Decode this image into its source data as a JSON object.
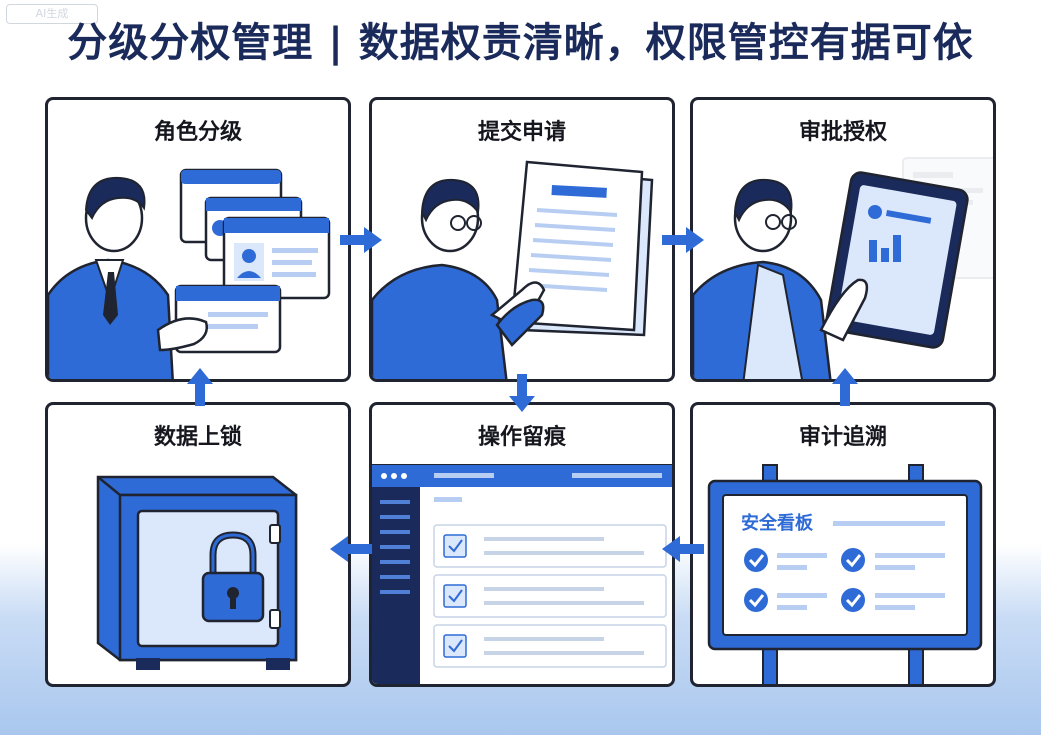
{
  "watermark": "AI生成",
  "title": "分级分权管理 | 数据权责清晰，权限管控有据可依",
  "steps": [
    {
      "label": "角色分级"
    },
    {
      "label": "提交申请"
    },
    {
      "label": "审批授权"
    },
    {
      "label": "审计追溯"
    },
    {
      "label": "操作留痕"
    },
    {
      "label": "数据上锁"
    }
  ],
  "dashboard": {
    "title": "安全看板",
    "checks": [
      "check",
      "check",
      "check",
      "check"
    ]
  },
  "colors": {
    "primary": "#2f6bd6",
    "dark_navy": "#1a2a5a",
    "outline": "#1f2430",
    "light_blue": "#dbe7fb"
  }
}
